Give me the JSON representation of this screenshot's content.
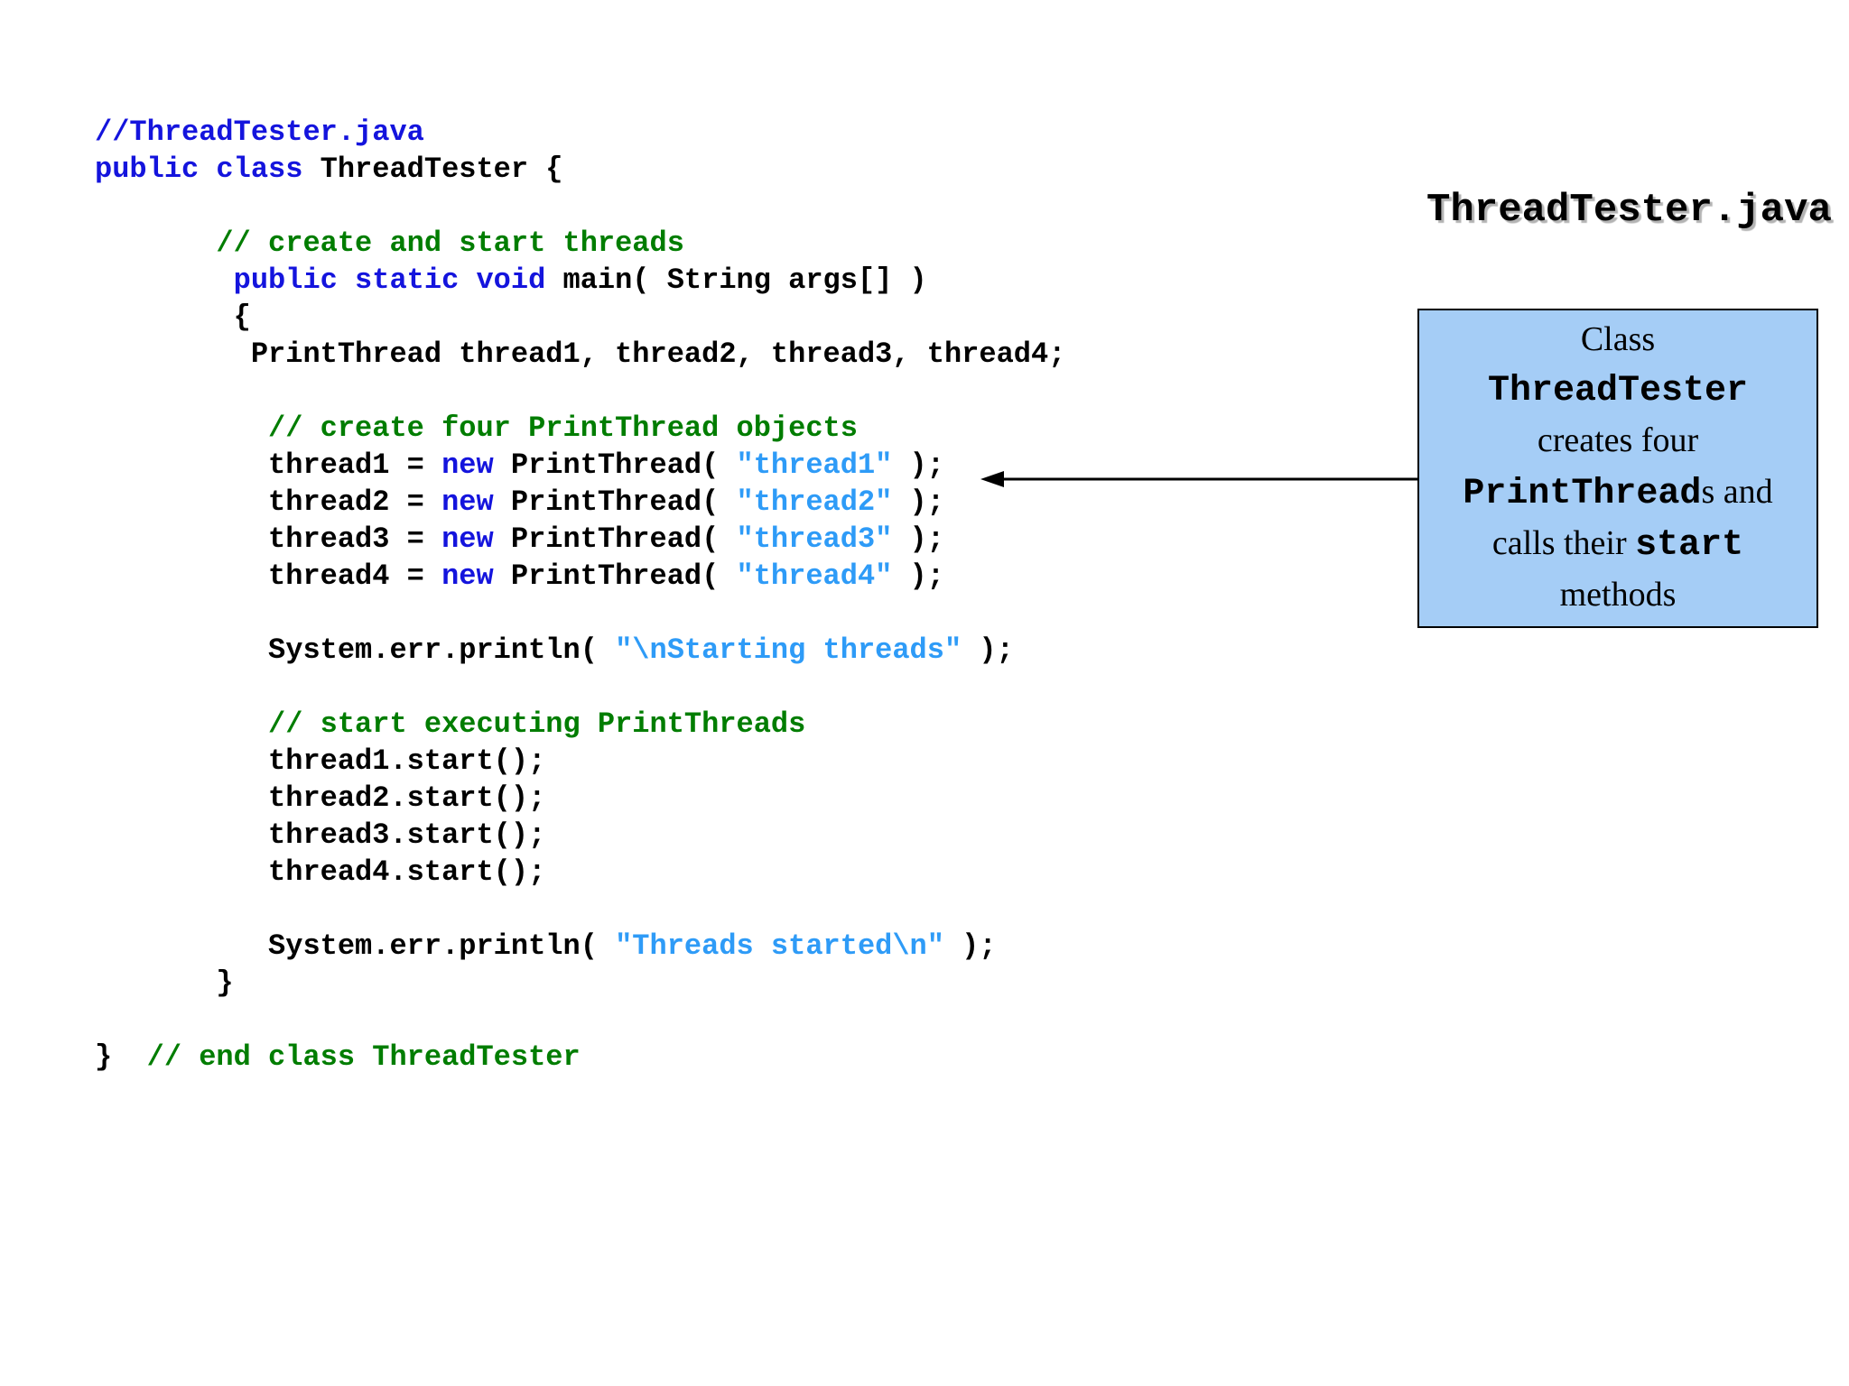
{
  "slide": {
    "header_label": "ThreadTester.java"
  },
  "colors": {
    "keyword": "#1414dd",
    "comment": "#007d00",
    "string": "#2e9bf7",
    "plain": "#000000",
    "callout_fill": "#a5cdf6",
    "callout_border": "#000000",
    "title_text": "#000000",
    "title_shadow": "#b3b3b3",
    "arrow": "#000000",
    "background": "#ffffff"
  },
  "code_block": {
    "lines": [
      [
        {
          "t": "//ThreadTester.java",
          "y": "keyword"
        }
      ],
      [
        {
          "t": "public class",
          "y": "keyword"
        },
        {
          "t": " ThreadTester {",
          "y": "plain"
        }
      ],
      [],
      [
        {
          "t": "       // create and start threads",
          "y": "comment"
        }
      ],
      [
        {
          "t": "        ",
          "y": "plain"
        },
        {
          "t": "public static void",
          "y": "keyword"
        },
        {
          "t": " main( String args[] )",
          "y": "plain"
        }
      ],
      [
        {
          "t": "        {",
          "y": "plain"
        }
      ],
      [
        {
          "t": "         PrintThread thread1, thread2, thread3, thread4;",
          "y": "plain"
        }
      ],
      [],
      [
        {
          "t": "          // create four PrintThread objects",
          "y": "comment"
        }
      ],
      [
        {
          "t": "          thread1 = ",
          "y": "plain"
        },
        {
          "t": "new",
          "y": "keyword"
        },
        {
          "t": " PrintThread( ",
          "y": "plain"
        },
        {
          "t": "\"thread1\"",
          "y": "string"
        },
        {
          "t": " );",
          "y": "plain"
        }
      ],
      [
        {
          "t": "          thread2 = ",
          "y": "plain"
        },
        {
          "t": "new",
          "y": "keyword"
        },
        {
          "t": " PrintThread( ",
          "y": "plain"
        },
        {
          "t": "\"thread2\"",
          "y": "string"
        },
        {
          "t": " );",
          "y": "plain"
        }
      ],
      [
        {
          "t": "          thread3 = ",
          "y": "plain"
        },
        {
          "t": "new",
          "y": "keyword"
        },
        {
          "t": " PrintThread( ",
          "y": "plain"
        },
        {
          "t": "\"thread3\"",
          "y": "string"
        },
        {
          "t": " );",
          "y": "plain"
        }
      ],
      [
        {
          "t": "          thread4 = ",
          "y": "plain"
        },
        {
          "t": "new",
          "y": "keyword"
        },
        {
          "t": " PrintThread( ",
          "y": "plain"
        },
        {
          "t": "\"thread4\"",
          "y": "string"
        },
        {
          "t": " );",
          "y": "plain"
        }
      ],
      [],
      [
        {
          "t": "          System.err.println( ",
          "y": "plain"
        },
        {
          "t": "\"\\nStarting threads\"",
          "y": "string"
        },
        {
          "t": " );",
          "y": "plain"
        }
      ],
      [],
      [
        {
          "t": "          // start executing PrintThreads",
          "y": "comment"
        }
      ],
      [
        {
          "t": "          thread1.start();",
          "y": "plain"
        }
      ],
      [
        {
          "t": "          thread2.start();",
          "y": "plain"
        }
      ],
      [
        {
          "t": "          thread3.start();",
          "y": "plain"
        }
      ],
      [
        {
          "t": "          thread4.start();",
          "y": "plain"
        }
      ],
      [],
      [
        {
          "t": "          System.err.println( ",
          "y": "plain"
        },
        {
          "t": "\"Threads started\\n\"",
          "y": "string"
        },
        {
          "t": " );",
          "y": "plain"
        }
      ],
      [
        {
          "t": "       }",
          "y": "plain"
        }
      ],
      [],
      [
        {
          "t": "}  ",
          "y": "plain"
        },
        {
          "t": "// end class ThreadTester",
          "y": "comment"
        }
      ]
    ]
  },
  "callout": {
    "lines": [
      [
        {
          "t": "Class",
          "y": "serif"
        }
      ],
      [
        {
          "t": "ThreadTester",
          "y": "mono"
        }
      ],
      [
        {
          "t": "creates four",
          "y": "serif"
        }
      ],
      [
        {
          "t": "PrintThread",
          "y": "mono"
        },
        {
          "t": "s and",
          "y": "serif"
        }
      ],
      [
        {
          "t": "calls their ",
          "y": "serif"
        },
        {
          "t": "start",
          "y": "mono"
        }
      ],
      [
        {
          "t": "methods",
          "y": "serif"
        }
      ]
    ]
  },
  "arrow": {
    "from": "callout-left-edge",
    "to": "code-line-thread1",
    "direction": "left"
  }
}
